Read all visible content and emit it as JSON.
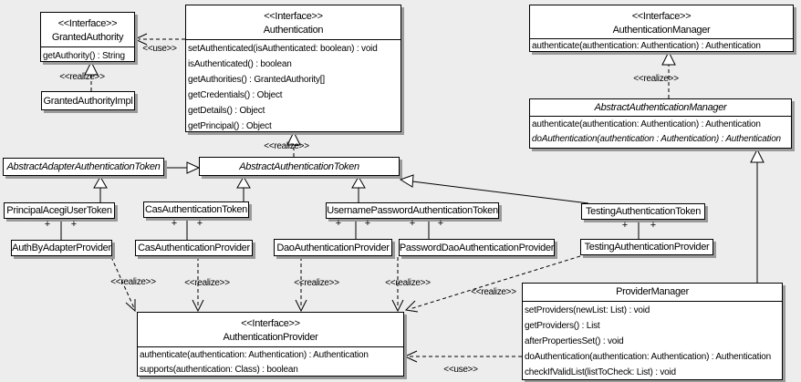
{
  "diagram": {
    "type": "uml-class-diagram",
    "subject": "Acegi / Spring Security authentication classes"
  },
  "labels": {
    "interface": "<<Interface>>",
    "use": "<<use>>",
    "realize": "<<realize>>",
    "plus": "+"
  },
  "classes": {
    "granted_authority": {
      "stereotype": "<<Interface>>",
      "name": "GrantedAuthority",
      "methods": [
        "getAuthority() : String"
      ]
    },
    "granted_authority_impl": {
      "name": "GrantedAuthorityImpl"
    },
    "authentication": {
      "stereotype": "<<Interface>>",
      "name": "Authentication",
      "methods": [
        "setAuthenticated(isAuthenticated: boolean) : void",
        "isAuthenticated() : boolean",
        "getAuthorities() : GrantedAuthority[]",
        "getCredentials() : Object",
        "getDetails() : Object",
        "getPrincipal() : Object"
      ]
    },
    "authentication_manager": {
      "stereotype": "<<Interface>>",
      "name": "AuthenticationManager",
      "methods": [
        "authenticate(authentication: Authentication) : Authentication"
      ]
    },
    "abstract_authentication_manager": {
      "name": "AbstractAuthenticationManager",
      "abstract": true,
      "methods": [
        "authenticate(authentication: Authentication) : Authentication",
        "doAuthentication(authentication : Authentication) : Authentication"
      ]
    },
    "abstract_adapter_authentication_token": {
      "name": "AbstractAdapterAuthenticationToken",
      "abstract": true
    },
    "abstract_authentication_token": {
      "name": "AbstractAuthenticationToken",
      "abstract": true
    },
    "principal_acegi_user_token": {
      "name": "PrincipalAcegiUserToken"
    },
    "cas_authentication_token": {
      "name": "CasAuthenticationToken"
    },
    "username_password_authentication_token": {
      "name": "UsernamePasswordAuthenticationToken"
    },
    "testing_authentication_token": {
      "name": "TestingAuthenticationToken"
    },
    "auth_by_adapter_provider": {
      "name": "AuthByAdapterProvider"
    },
    "cas_authentication_provider": {
      "name": "CasAuthenticationProvider"
    },
    "dao_authentication_provider": {
      "name": "DaoAuthenticationProvider"
    },
    "password_dao_authentication_provider": {
      "name": "PasswordDaoAuthenticationProvider"
    },
    "testing_authentication_provider": {
      "name": "TestingAuthenticationProvider"
    },
    "authentication_provider": {
      "stereotype": "<<Interface>>",
      "name": "AuthenticationProvider",
      "methods": [
        "authenticate(authentication: Authentication) : Authentication",
        "supports(authentication: Class) : boolean"
      ]
    },
    "provider_manager": {
      "name": "ProviderManager",
      "methods": [
        "setProviders(newList: List) : void",
        "getProviders() : List",
        "afterPropertiesSet() : void",
        "doAuthentication(authentication: Authentication) : Authentication",
        "checkIfValidList(listToCheck: List) : void"
      ]
    }
  },
  "relationships": [
    {
      "from": "Authentication",
      "to": "GrantedAuthority",
      "type": "dependency",
      "label": "<<use>>"
    },
    {
      "from": "GrantedAuthorityImpl",
      "to": "GrantedAuthority",
      "type": "realization",
      "label": "<<realize>>"
    },
    {
      "from": "AbstractAuthenticationToken",
      "to": "Authentication",
      "type": "realization",
      "label": "<<realize>>"
    },
    {
      "from": "AbstractAuthenticationManager",
      "to": "AuthenticationManager",
      "type": "realization",
      "label": "<<realize>>"
    },
    {
      "from": "AbstractAdapterAuthenticationToken",
      "to": "AbstractAuthenticationToken",
      "type": "generalization"
    },
    {
      "from": "PrincipalAcegiUserToken",
      "to": "AbstractAdapterAuthenticationToken",
      "type": "generalization"
    },
    {
      "from": "CasAuthenticationToken",
      "to": "AbstractAuthenticationToken",
      "type": "generalization"
    },
    {
      "from": "UsernamePasswordAuthenticationToken",
      "to": "AbstractAuthenticationToken",
      "type": "generalization"
    },
    {
      "from": "TestingAuthenticationToken",
      "to": "AbstractAuthenticationToken",
      "type": "generalization"
    },
    {
      "from": "ProviderManager",
      "to": "AbstractAuthenticationManager",
      "type": "generalization"
    },
    {
      "from": "PrincipalAcegiUserToken",
      "to": "AuthByAdapterProvider",
      "type": "association",
      "end_labels": [
        "+",
        "+"
      ]
    },
    {
      "from": "CasAuthenticationToken",
      "to": "CasAuthenticationProvider",
      "type": "association",
      "end_labels": [
        "+",
        "+"
      ]
    },
    {
      "from": "UsernamePasswordAuthenticationToken",
      "to": "DaoAuthenticationProvider",
      "type": "association",
      "end_labels": [
        "+",
        "+"
      ]
    },
    {
      "from": "UsernamePasswordAuthenticationToken",
      "to": "PasswordDaoAuthenticationProvider",
      "type": "association",
      "end_labels": [
        "+",
        "+"
      ]
    },
    {
      "from": "TestingAuthenticationToken",
      "to": "TestingAuthenticationProvider",
      "type": "association",
      "end_labels": [
        "+",
        "+"
      ]
    },
    {
      "from": "AuthByAdapterProvider",
      "to": "AuthenticationProvider",
      "type": "realization",
      "label": "<<realize>>"
    },
    {
      "from": "CasAuthenticationProvider",
      "to": "AuthenticationProvider",
      "type": "realization",
      "label": "<<realize>>"
    },
    {
      "from": "DaoAuthenticationProvider",
      "to": "AuthenticationProvider",
      "type": "realization",
      "label": "<<realize>>"
    },
    {
      "from": "PasswordDaoAuthenticationProvider",
      "to": "AuthenticationProvider",
      "type": "realization",
      "label": "<<realize>>"
    },
    {
      "from": "TestingAuthenticationProvider",
      "to": "AuthenticationProvider",
      "type": "realization",
      "label": "<<realize>>"
    },
    {
      "from": "ProviderManager",
      "to": "AuthenticationProvider",
      "type": "dependency",
      "label": "<<use>>"
    }
  ]
}
